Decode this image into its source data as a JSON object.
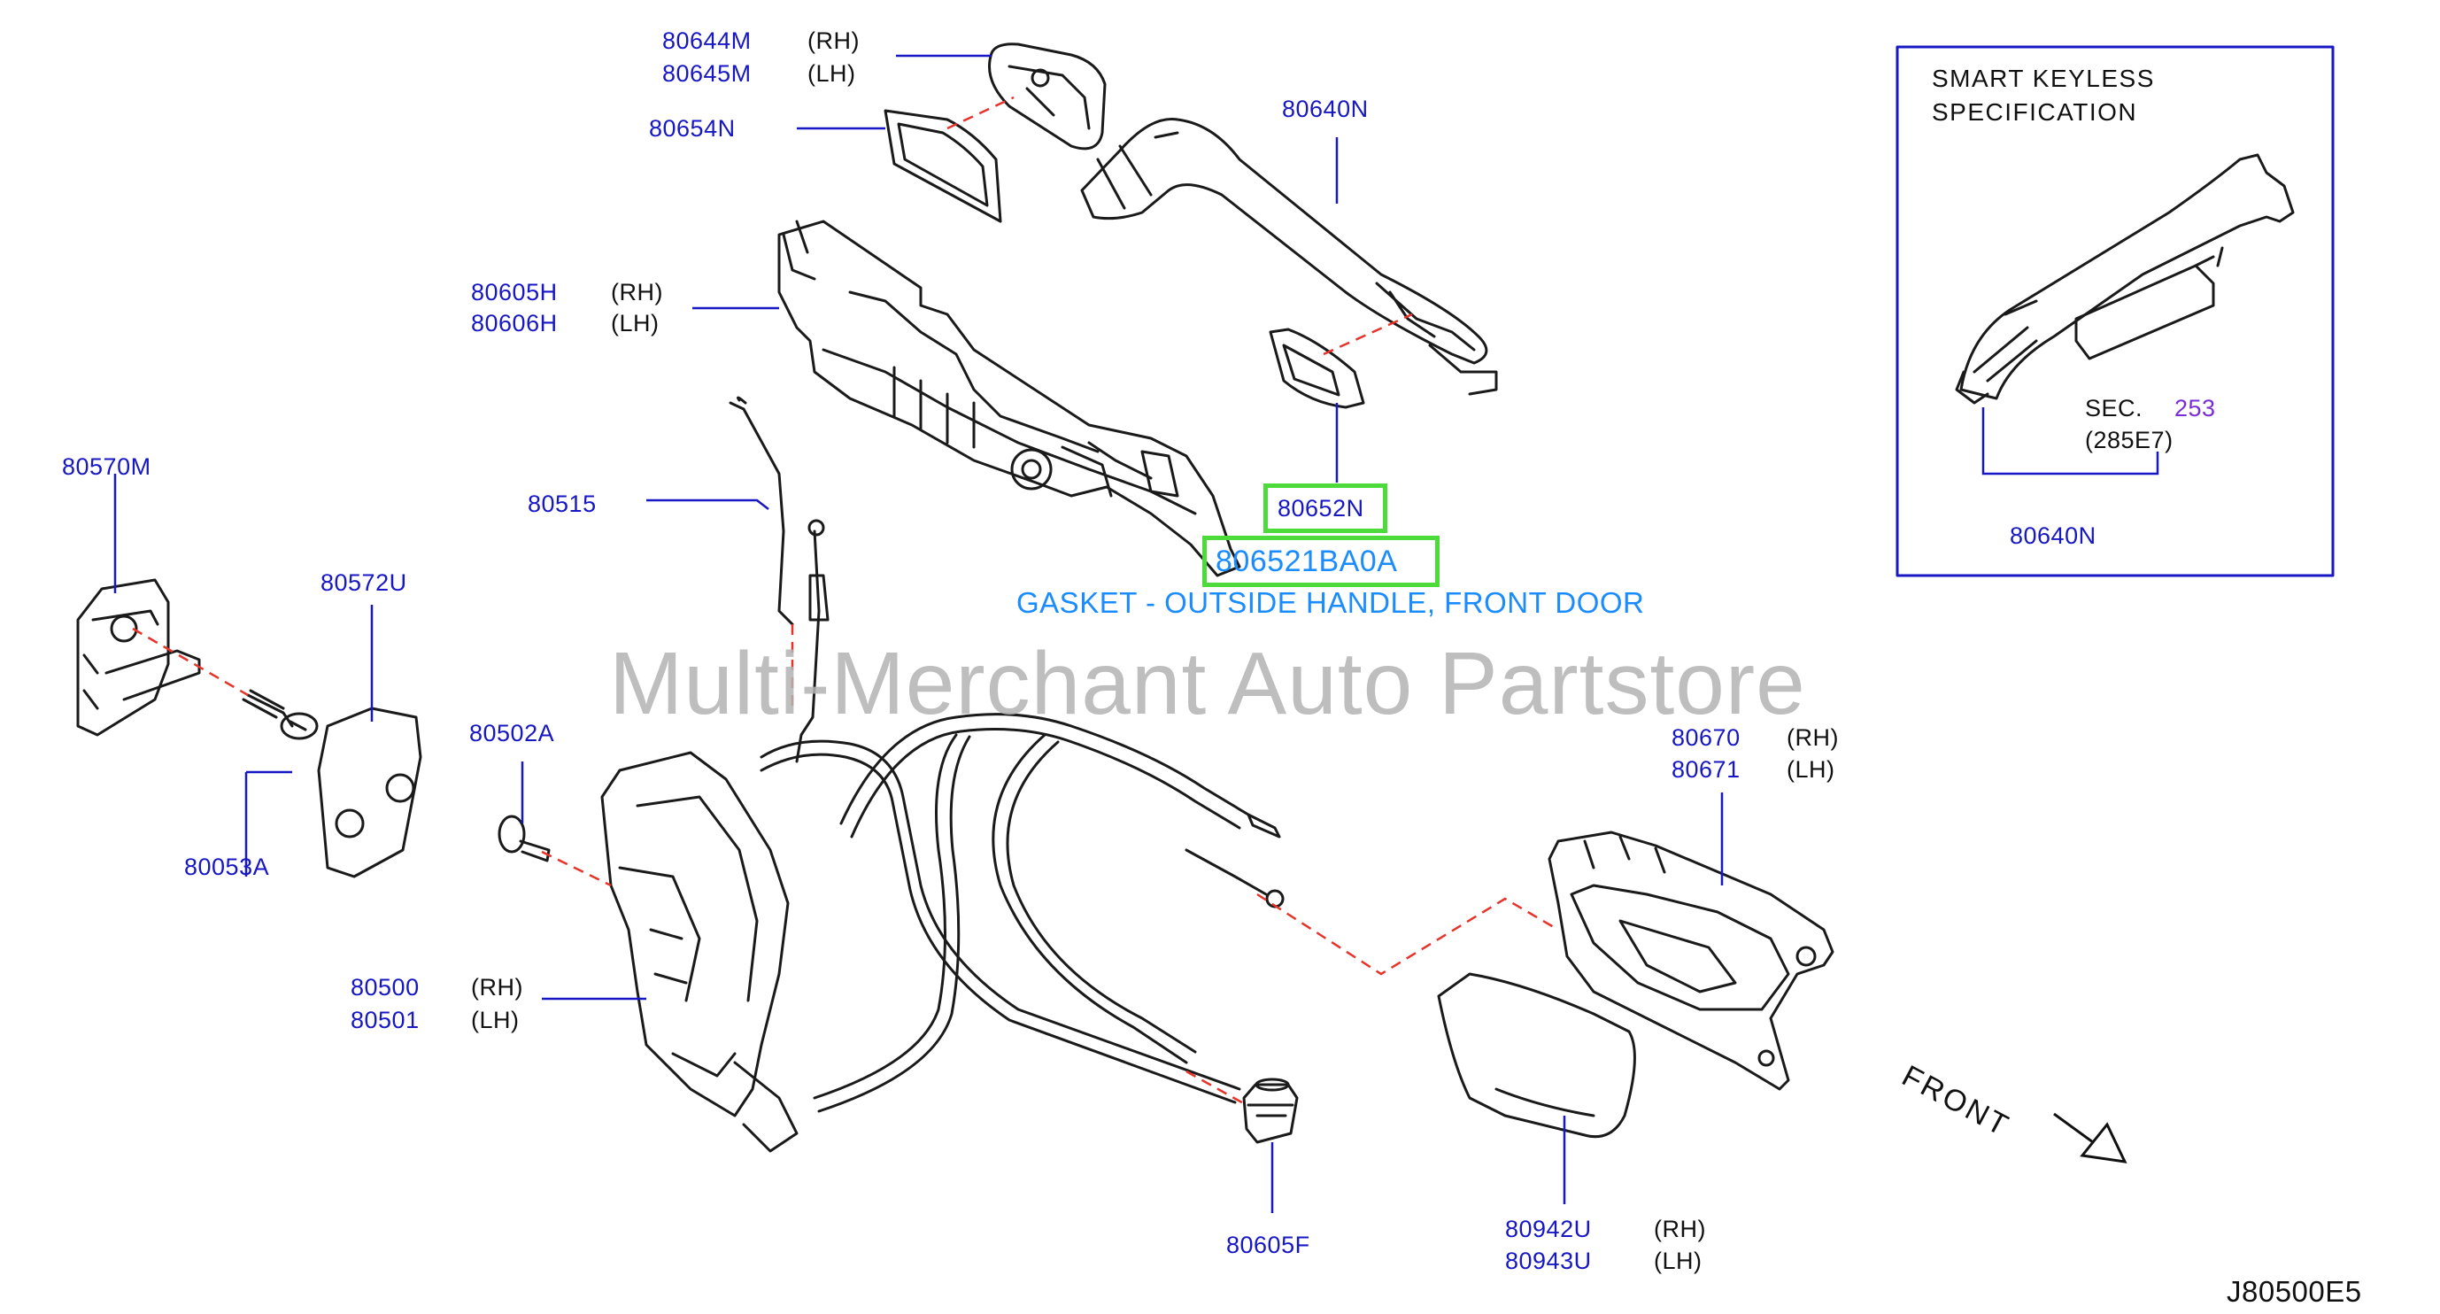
{
  "watermark": "Multi-Merchant Auto Partstore",
  "highlight": {
    "part_number": "806521BA0A",
    "description": "GASKET - OUTSIDE HANDLE, FRONT DOOR"
  },
  "labels": {
    "l80644M": "80644M",
    "l80645M": "80645M",
    "l80654N": "80654N",
    "l80640N_main": "80640N",
    "l80605H": "80605H",
    "l80606H": "80606H",
    "l80570M": "80570M",
    "l80515": "80515",
    "l80652N": "80652N",
    "l80572U": "80572U",
    "l80502A": "80502A",
    "l80053A": "80053A",
    "l80500": "80500",
    "l80501": "80501",
    "l80605F": "80605F",
    "l80670": "80670",
    "l80671": "80671",
    "l80942U": "80942U",
    "l80943U": "80943U",
    "l80640N_box": "80640N"
  },
  "sides": {
    "rh": "(RH)",
    "lh": "(LH)"
  },
  "inset": {
    "title_line1": "SMART   KEYLESS",
    "title_line2": "SPECIFICATION",
    "sec_prefix": "SEC.",
    "sec_number": "253",
    "sec_code": "(285E7)"
  },
  "direction": "FRONT",
  "diagram_code": "J80500E5",
  "colors": {
    "part_label": "#1717c4",
    "highlight_border": "#4ddb3c",
    "note_text": "#1a8cff",
    "leader_dashed": "#e8332a",
    "section_ref": "#7a2cd6",
    "watermark": "#b3b3b3"
  }
}
